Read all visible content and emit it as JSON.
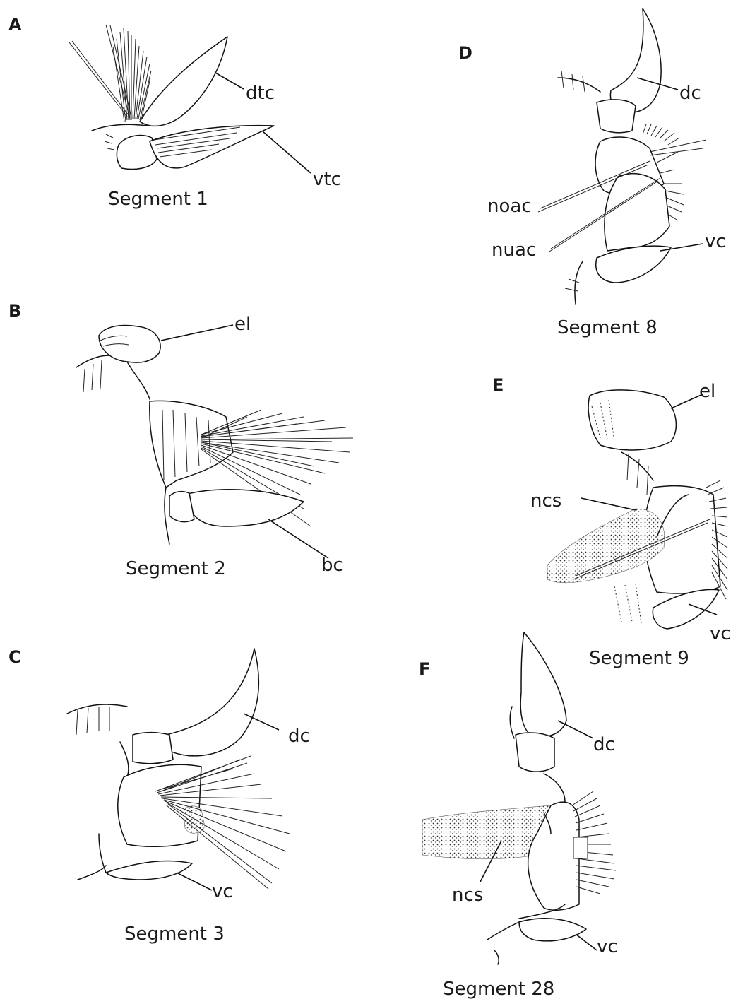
{
  "panels": {
    "A": {
      "letter": "A",
      "segment": "Segment 1",
      "labels": {
        "dtc": "dtc",
        "vtc": "vtc"
      }
    },
    "B": {
      "letter": "B",
      "segment": "Segment 2",
      "labels": {
        "el": "el",
        "bc": "bc"
      }
    },
    "C": {
      "letter": "C",
      "segment": "Segment 3",
      "labels": {
        "dc": "dc",
        "vc": "vc"
      }
    },
    "D": {
      "letter": "D",
      "segment": "Segment 8",
      "labels": {
        "dc": "dc",
        "noac": "noac",
        "nuac": "nuac",
        "vc": "vc"
      }
    },
    "E": {
      "letter": "E",
      "segment": "Segment 9",
      "labels": {
        "el": "el",
        "ncs": "ncs",
        "vc": "vc"
      }
    },
    "F": {
      "letter": "F",
      "segment": "Segment 28",
      "labels": {
        "dc": "dc",
        "ncs": "ncs",
        "vc": "vc"
      }
    }
  }
}
